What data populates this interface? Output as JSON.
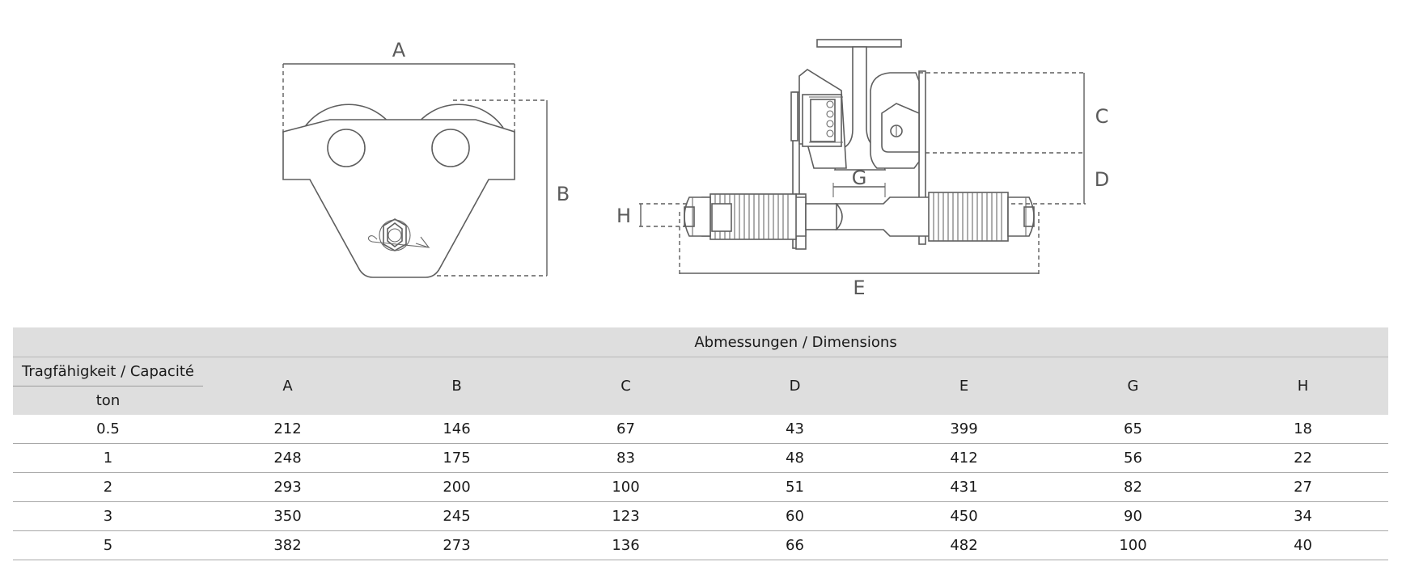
{
  "diagram": {
    "front_view_labels": {
      "A": "A",
      "B": "B"
    },
    "side_view_labels": {
      "C": "C",
      "D": "D",
      "E": "E",
      "G": "G",
      "H": "H"
    }
  },
  "table": {
    "group_header": "Abmessungen / Dimensions",
    "capacity_header": "Tragfähigkeit / Capacité",
    "capacity_unit": "ton",
    "columns": [
      "A",
      "B",
      "C",
      "D",
      "E",
      "G",
      "H"
    ],
    "rows": [
      {
        "capacity": "0.5",
        "values": [
          "212",
          "146",
          "67",
          "43",
          "399",
          "65",
          "18"
        ]
      },
      {
        "capacity": "1",
        "values": [
          "248",
          "175",
          "83",
          "48",
          "412",
          "56",
          "22"
        ]
      },
      {
        "capacity": "2",
        "values": [
          "293",
          "200",
          "100",
          "51",
          "431",
          "82",
          "27"
        ]
      },
      {
        "capacity": "3",
        "values": [
          "350",
          "245",
          "123",
          "60",
          "450",
          "90",
          "34"
        ]
      },
      {
        "capacity": "5",
        "values": [
          "382",
          "273",
          "136",
          "66",
          "482",
          "100",
          "40"
        ]
      }
    ]
  }
}
